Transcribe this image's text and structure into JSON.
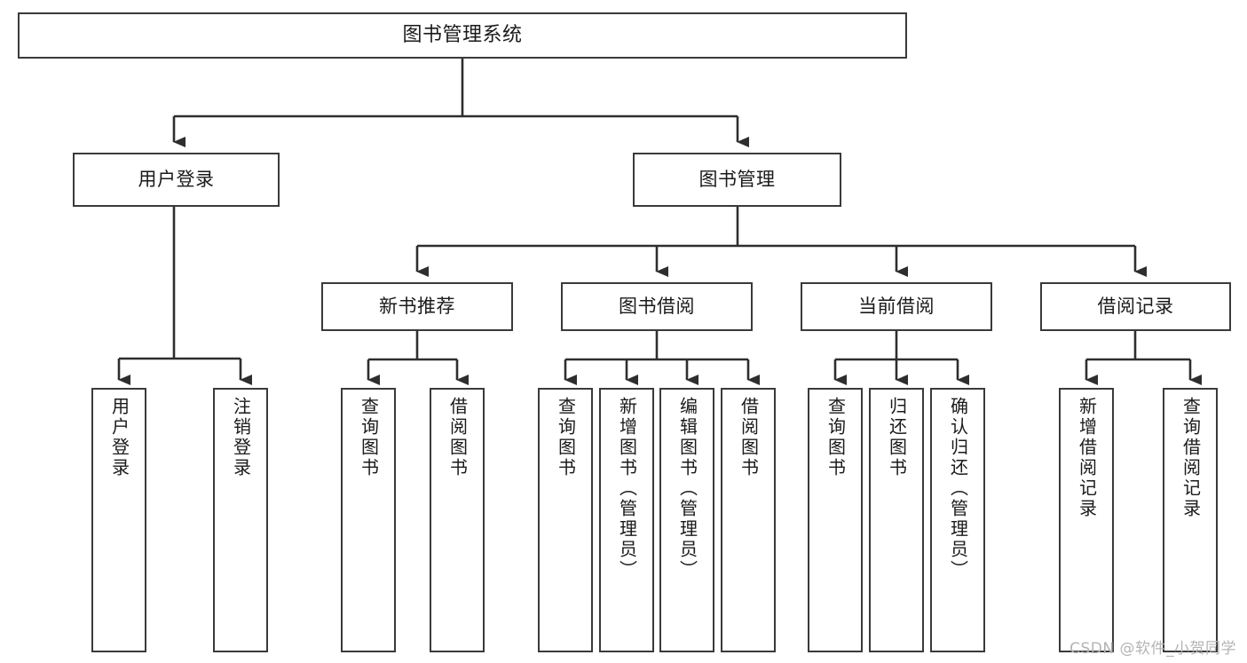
{
  "diagram": {
    "title": "图书管理系统",
    "watermark": "CSDN @软件_小贺同学",
    "colors": {
      "box_border": "#3a3a3a",
      "box_fill": "#ffffff",
      "connector": "#2e2e2e",
      "text": "#1a1a1a",
      "watermark": "#b4b4b4"
    },
    "levels": {
      "root": "图书管理系统",
      "level1": [
        "用户登录",
        "图书管理"
      ],
      "level2": [
        "新书推荐",
        "图书借阅",
        "当前借阅",
        "借阅记录"
      ]
    },
    "nodes": {
      "root": "图书管理系统",
      "user_login": "用户登录",
      "book_manage": "图书管理",
      "new_book_rec": "新书推荐",
      "book_borrow": "图书借阅",
      "current_borrow": "当前借阅",
      "borrow_record": "借阅记录",
      "leaf_user_login": "用户登录",
      "leaf_user_logout": "注销登录",
      "leaf_query_book_1": "查询图书",
      "leaf_borrow_book_1": "借阅图书",
      "leaf_query_book_2": "查询图书",
      "leaf_add_book_admin": "新增图书（管理员）",
      "leaf_edit_book_admin": "编辑图书（管理员）",
      "leaf_borrow_book_2": "借阅图书",
      "leaf_query_book_3": "查询图书",
      "leaf_return_book": "归还图书",
      "leaf_confirm_return_admin": "确认归还（管理员）",
      "leaf_add_borrow_record": "新增借阅记录",
      "leaf_query_borrow_record": "查询借阅记录"
    },
    "tree": [
      {
        "label": "图书管理系统",
        "children": [
          {
            "label": "用户登录",
            "children": [
              {
                "label": "用户登录"
              },
              {
                "label": "注销登录"
              }
            ]
          },
          {
            "label": "图书管理",
            "children": [
              {
                "label": "新书推荐",
                "children": [
                  {
                    "label": "查询图书"
                  },
                  {
                    "label": "借阅图书"
                  }
                ]
              },
              {
                "label": "图书借阅",
                "children": [
                  {
                    "label": "查询图书"
                  },
                  {
                    "label": "新增图书（管理员）"
                  },
                  {
                    "label": "编辑图书（管理员）"
                  },
                  {
                    "label": "借阅图书"
                  }
                ]
              },
              {
                "label": "当前借阅",
                "children": [
                  {
                    "label": "查询图书"
                  },
                  {
                    "label": "归还图书"
                  },
                  {
                    "label": "确认归还（管理员）"
                  }
                ]
              },
              {
                "label": "借阅记录",
                "children": [
                  {
                    "label": "新增借阅记录"
                  },
                  {
                    "label": "查询借阅记录"
                  }
                ]
              }
            ]
          }
        ]
      }
    ]
  }
}
